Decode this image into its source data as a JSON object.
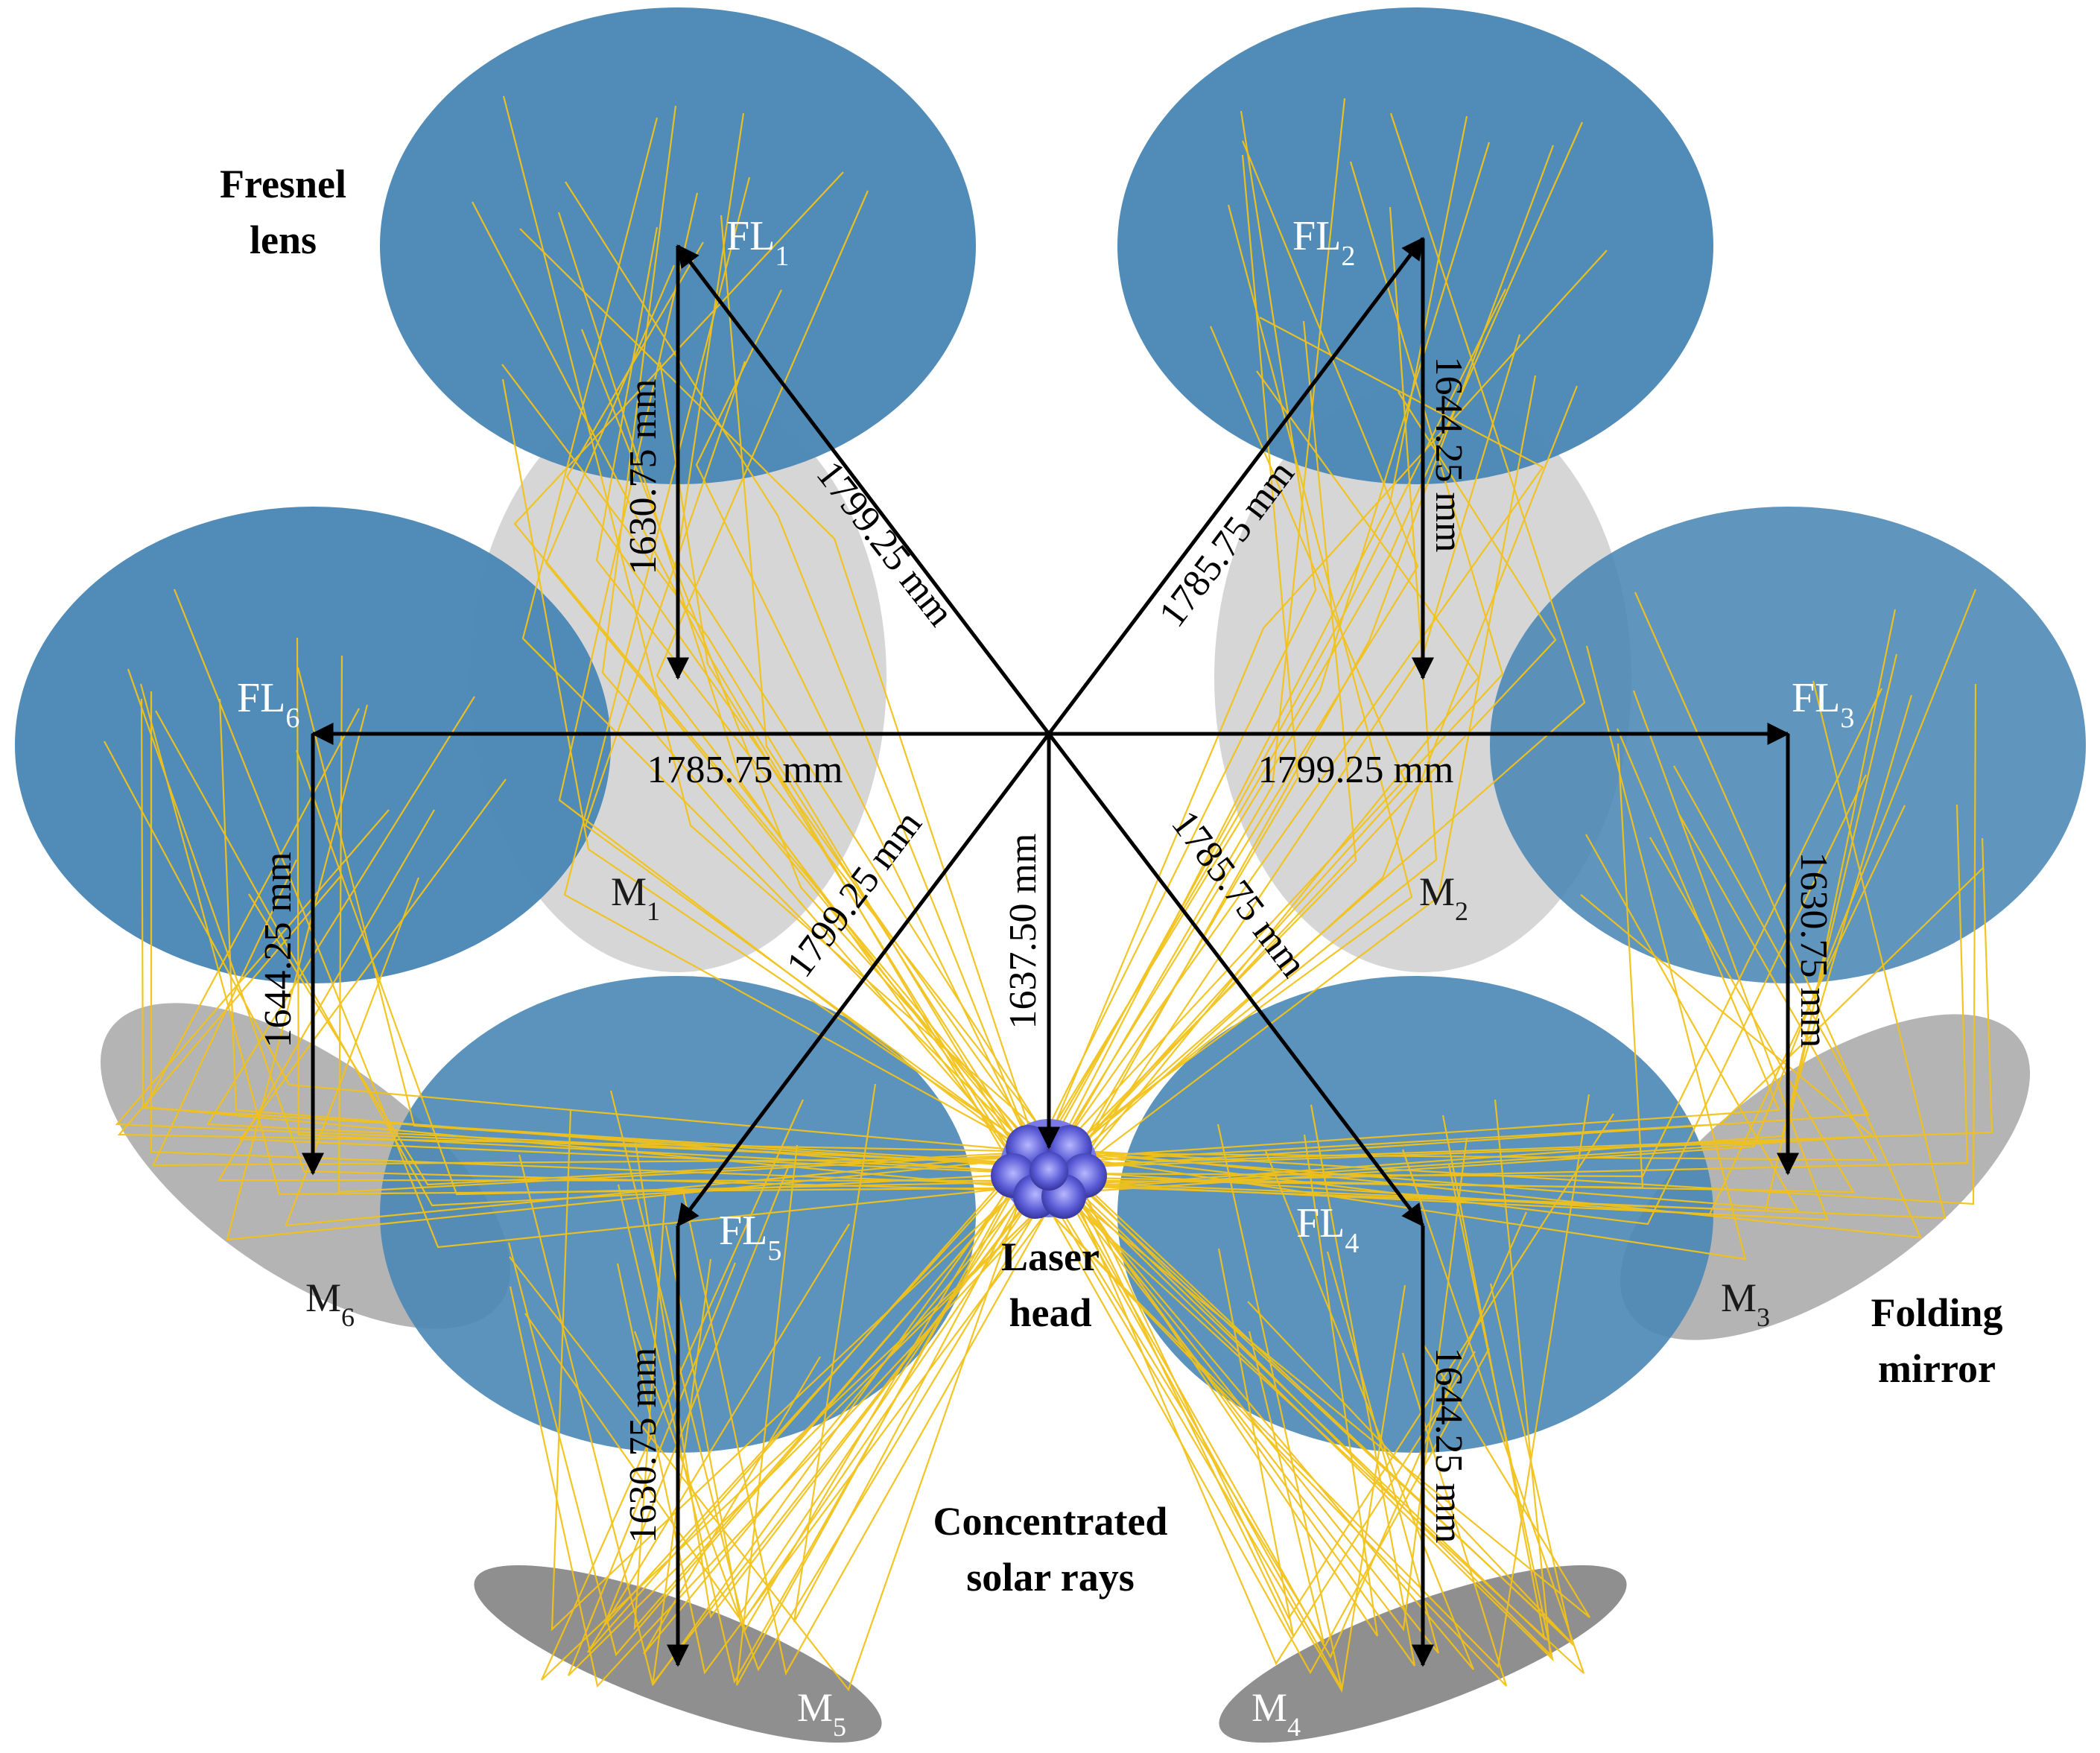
{
  "lenses": [
    {
      "id": "FL1",
      "prefix": "FL",
      "sub": "1"
    },
    {
      "id": "FL2",
      "prefix": "FL",
      "sub": "2"
    },
    {
      "id": "FL3",
      "prefix": "FL",
      "sub": "3"
    },
    {
      "id": "FL4",
      "prefix": "FL",
      "sub": "4"
    },
    {
      "id": "FL5",
      "prefix": "FL",
      "sub": "5"
    },
    {
      "id": "FL6",
      "prefix": "FL",
      "sub": "6"
    }
  ],
  "mirrors": [
    {
      "id": "M1",
      "prefix": "M",
      "sub": "1"
    },
    {
      "id": "M2",
      "prefix": "M",
      "sub": "2"
    },
    {
      "id": "M3",
      "prefix": "M",
      "sub": "3"
    },
    {
      "id": "M4",
      "prefix": "M",
      "sub": "4"
    },
    {
      "id": "M5",
      "prefix": "M",
      "sub": "5"
    },
    {
      "id": "M6",
      "prefix": "M",
      "sub": "6"
    }
  ],
  "distances": {
    "center_fl1": "1799.25 mm",
    "center_fl2": "1785.75 mm",
    "center_fl3": "1799.25 mm",
    "center_fl4": "1785.75 mm",
    "center_fl5": "1799.25 mm",
    "center_fl6": "1785.75 mm",
    "center_head": "1637.50 mm",
    "fl1_m1": "1630.75 mm",
    "fl2_m2": "1644.25 mm",
    "fl3_m3": "1630.75 mm",
    "fl4_m4": "1644.25 mm",
    "fl5_m5": "1630.75 mm",
    "fl6_m6": "1644.25 mm"
  },
  "annotations": {
    "fresnel_line1": "Fresnel",
    "fresnel_line2": "lens",
    "laser_line1": "Laser",
    "laser_line2": "head",
    "folding_line1": "Folding",
    "folding_line2": "mirror",
    "rays_line1": "Concentrated",
    "rays_line2": "solar rays"
  },
  "colors": {
    "lens": "#4a87b5",
    "mirror_light": "#cfcfcf",
    "mirror_mid": "#a8a8a8",
    "mirror_dark": "#8c8c8c",
    "ray": "#f2c21a",
    "arrow": "#000000",
    "laser_head": "#5a5ad6"
  }
}
